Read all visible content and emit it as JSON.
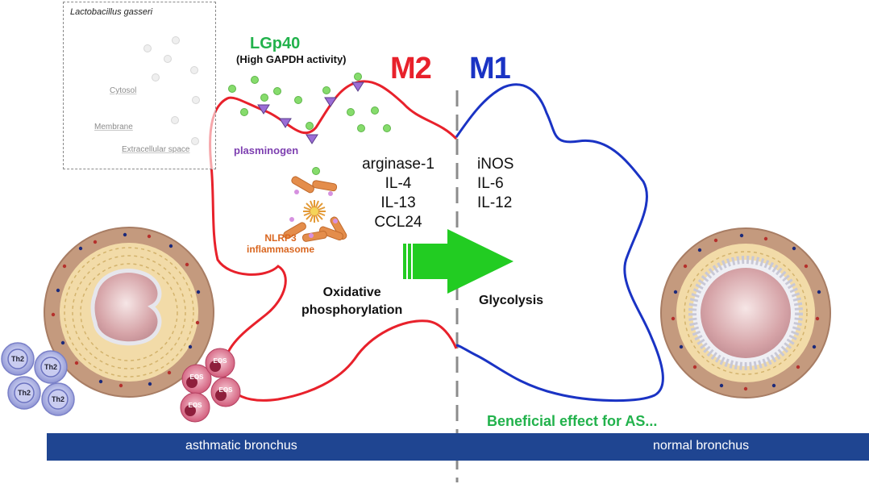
{
  "legend": {
    "title": "Lactobacillus gasseri",
    "cytosol": "Cytosol",
    "membrane": "Membrane",
    "extracellular": "Extracellular space"
  },
  "lgp40": {
    "name": "LGp40",
    "activity": "(High GAPDH activity)"
  },
  "m2": {
    "label": "M2",
    "markers": [
      "arginase-1",
      "IL-4",
      "IL-13",
      "CCL24"
    ],
    "metabolism": [
      "Oxidative",
      "phosphorylation"
    ],
    "nlrp3": [
      "NLRP3",
      "inflammasome"
    ]
  },
  "m1": {
    "label": "M1",
    "markers": [
      "iNOS",
      "IL-6",
      "IL-12"
    ],
    "metabolism": "Glycolysis"
  },
  "plasminogen": "plasminogen",
  "benefit": "Beneficial effect for AS...",
  "cells": {
    "th2": "Th2",
    "eos": "EOS"
  },
  "bottom_bar": {
    "left": "asthmatic bronchus",
    "right": "normal bronchus"
  },
  "colors": {
    "m2": "#e8212b",
    "m1": "#1a33c4",
    "bacteria": "#86dc6c",
    "arrow": "#22cc22",
    "plasminogen": "#9b6dd6",
    "bar": "#1f4591",
    "benefit": "#22b24c"
  }
}
